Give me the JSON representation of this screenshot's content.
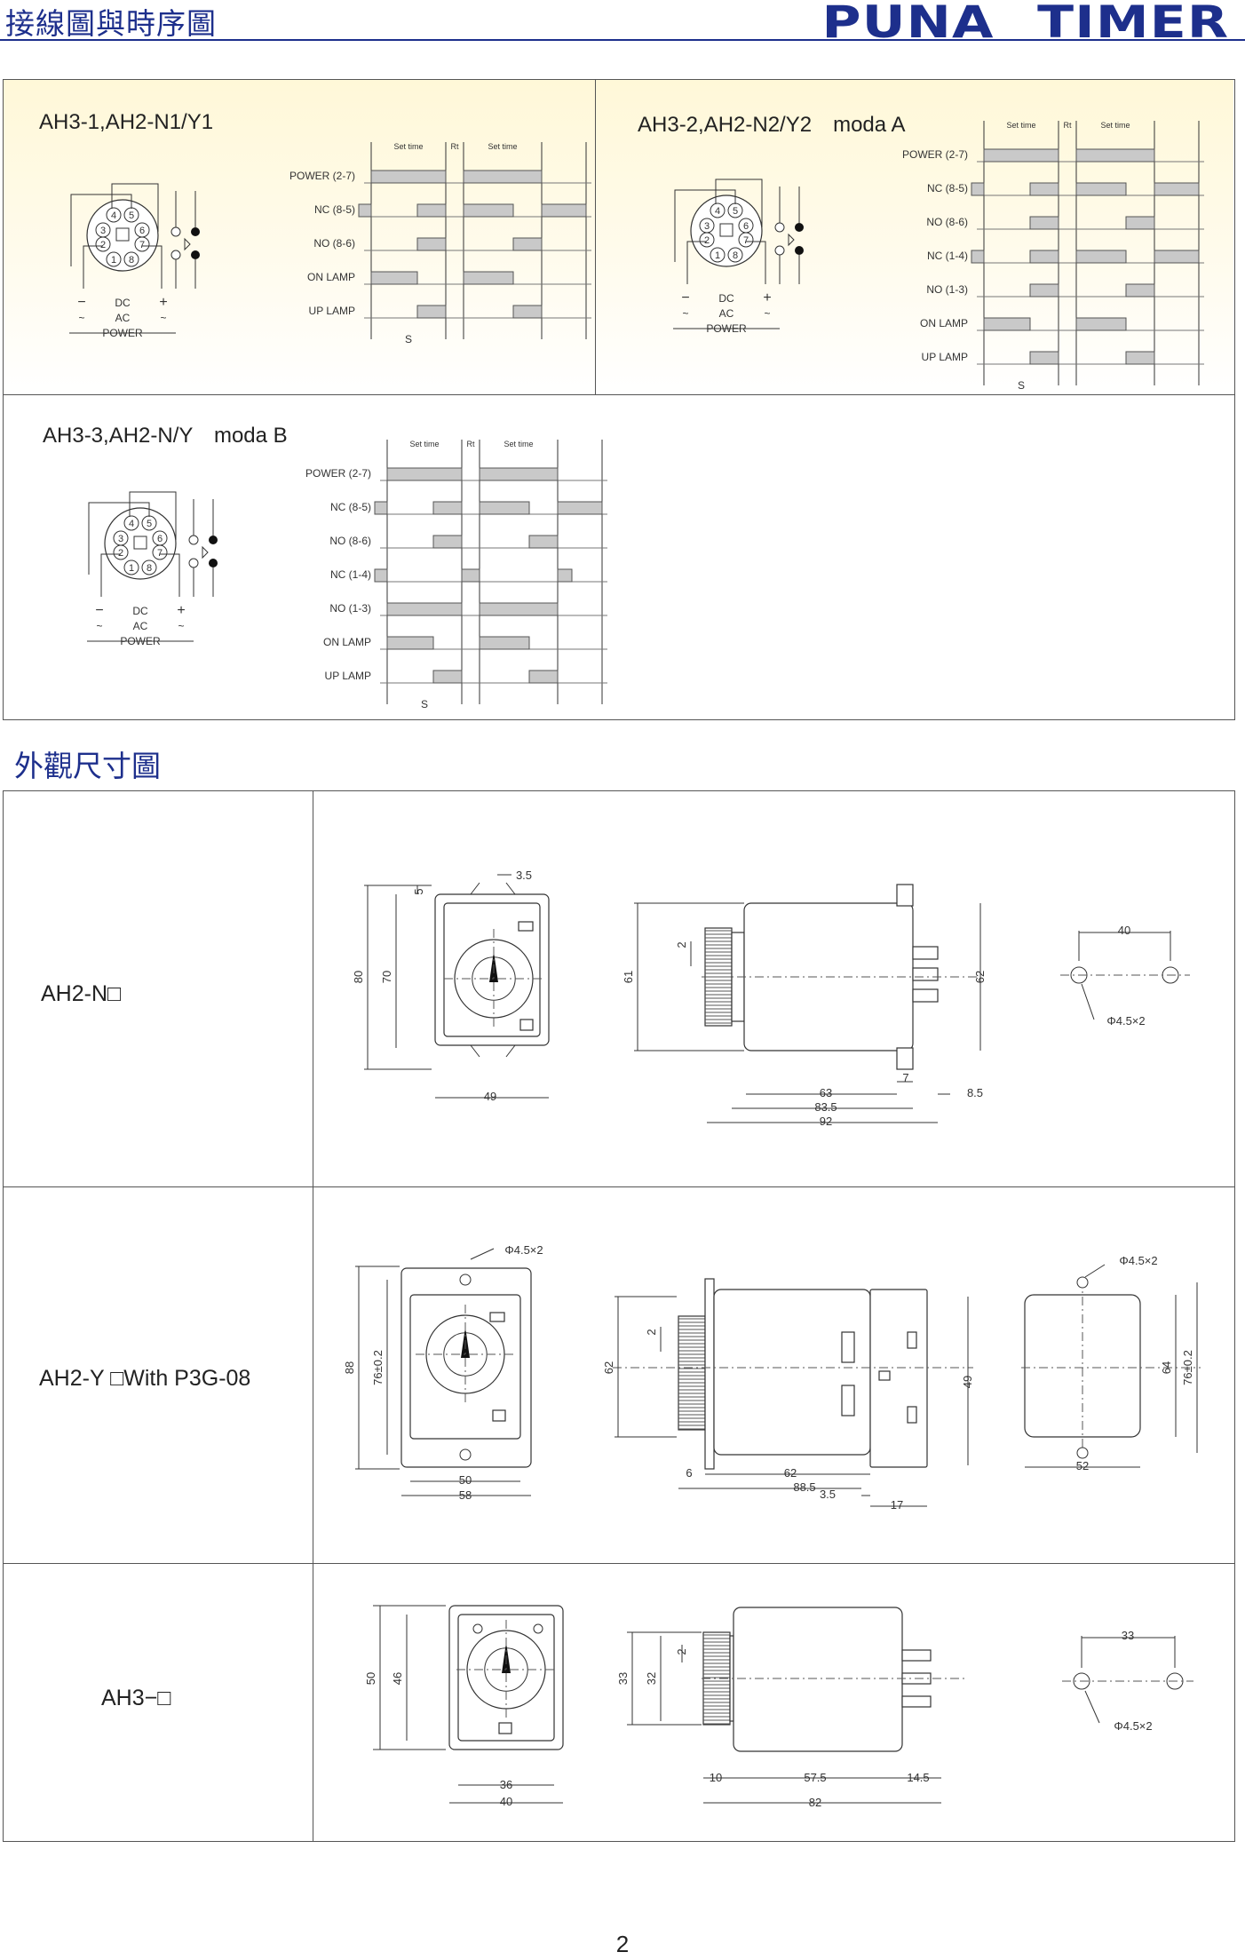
{
  "header": {
    "title": "接線圖與時序圖",
    "brand": "PUNA TIMER"
  },
  "wiring": {
    "panels": [
      {
        "title": "AH3-1,AH2-N1/Y1",
        "signals": [
          "POWER (2-7)",
          "NC (8-5)",
          "NO (8-6)",
          "ON LAMP",
          "UP LAMP"
        ]
      },
      {
        "title": "AH3-2,AH2-N2/Y2　moda A",
        "signals": [
          "POWER (2-7)",
          "NC (8-5)",
          "NO (8-6)",
          "NC (1-4)",
          "NO (1-3)",
          "ON LAMP",
          "UP LAMP"
        ]
      },
      {
        "title": "AH3-3,AH2-N/Y　moda B",
        "signals": [
          "POWER (2-7)",
          "NC (8-5)",
          "NO (8-6)",
          "NC (1-4)",
          "NO (1-3)",
          "ON LAMP",
          "UP LAMP"
        ]
      }
    ],
    "timing_labels": {
      "set_time": "Set time",
      "rt": "Rt",
      "s": "S"
    },
    "socket_labels": {
      "minus": "−",
      "plus": "+",
      "dc": "DC",
      "ac": "AC",
      "tilde": "~",
      "power": "POWER",
      "pins": [
        "4",
        "5",
        "3",
        "6",
        "2",
        "7",
        "1",
        "8"
      ]
    }
  },
  "dimensions": {
    "section_title": "外觀尺寸圖",
    "rows": [
      {
        "label": "AH2-N□",
        "dims": [
          "3.5",
          "5",
          "80",
          "70",
          "49",
          "61",
          "2",
          "62",
          "63",
          "83.5",
          "92",
          "7",
          "8.5",
          "40",
          "Φ4.5×2"
        ]
      },
      {
        "label": "AH2-Y □With P3G-08",
        "dims": [
          "Φ4.5×2",
          "88",
          "76±0.2",
          "50",
          "58",
          "62",
          "2",
          "6",
          "62",
          "88.5",
          "3.5",
          "17",
          "49",
          "Φ4.5×2",
          "64",
          "76±0.2",
          "52"
        ]
      },
      {
        "label": "AH3−□",
        "dims": [
          "50",
          "46",
          "36",
          "40",
          "33",
          "32",
          "2",
          "10",
          "57.5",
          "14.5",
          "82",
          "33",
          "Φ4.5×2"
        ]
      }
    ]
  },
  "page_number": "2"
}
